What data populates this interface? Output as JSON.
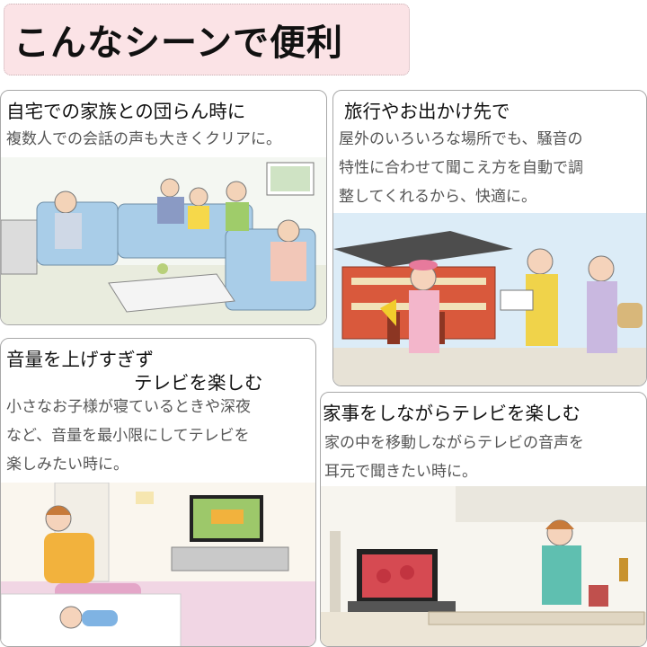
{
  "page": {
    "title": "こんなシーンで便利"
  },
  "panels": [
    {
      "heading": "自宅での家族との団らん時に",
      "body": [
        "複数人での会話の声も大きくクリアに。"
      ]
    },
    {
      "heading": "旅行やお出かけ先で",
      "body": [
        "屋外のいろいろな場所でも、騒音の",
        "特性に合わせて聞こえ方を自動で調",
        "整してくれるから、快適に。"
      ]
    },
    {
      "heading": [
        "音量を上げすぎず",
        "テレビを楽しむ"
      ],
      "body": [
        "小さなお子様が寝ているときや深夜",
        "など、音量を最小限にしてテレビを",
        "楽しみたい時に。"
      ]
    },
    {
      "heading": "家事をしながらテレビを楽しむ",
      "body": [
        "家の中を移動しながらテレビの音声を",
        "耳元で聞きたい時に。"
      ]
    }
  ],
  "colors": {
    "title_bg": "#fbe3e6",
    "body_text": "#555555",
    "panel_border": "#a8a8a8"
  }
}
